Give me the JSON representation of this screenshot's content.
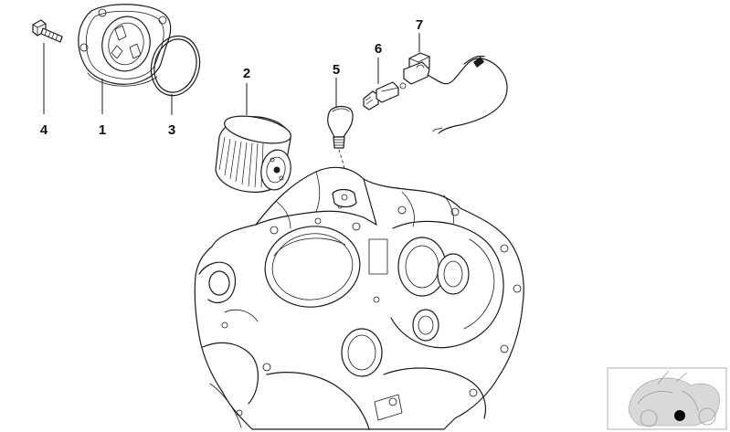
{
  "callouts": [
    {
      "id": "1",
      "label": "1"
    },
    {
      "id": "2",
      "label": "2"
    },
    {
      "id": "3",
      "label": "3"
    },
    {
      "id": "4",
      "label": "4"
    },
    {
      "id": "5",
      "label": "5"
    },
    {
      "id": "6",
      "label": "6"
    },
    {
      "id": "7",
      "label": "7"
    }
  ],
  "parts": [
    {
      "callout": "1",
      "icon": "oil-pump-cover"
    },
    {
      "callout": "2",
      "icon": "oil-filter"
    },
    {
      "callout": "3",
      "icon": "o-ring"
    },
    {
      "callout": "4",
      "icon": "bolt"
    },
    {
      "callout": "5",
      "icon": "bulb"
    },
    {
      "callout": "6",
      "icon": "pressure-switch"
    },
    {
      "callout": "7",
      "icon": "sensor-with-cable"
    }
  ],
  "thumbnail": {
    "icon": "motorcycle-locator-thumbnail",
    "marker_color": "#000000"
  },
  "colors": {
    "line": "#1a1a1a",
    "background": "#ffffff",
    "thumbnail_fill": "#d9d9d9"
  }
}
